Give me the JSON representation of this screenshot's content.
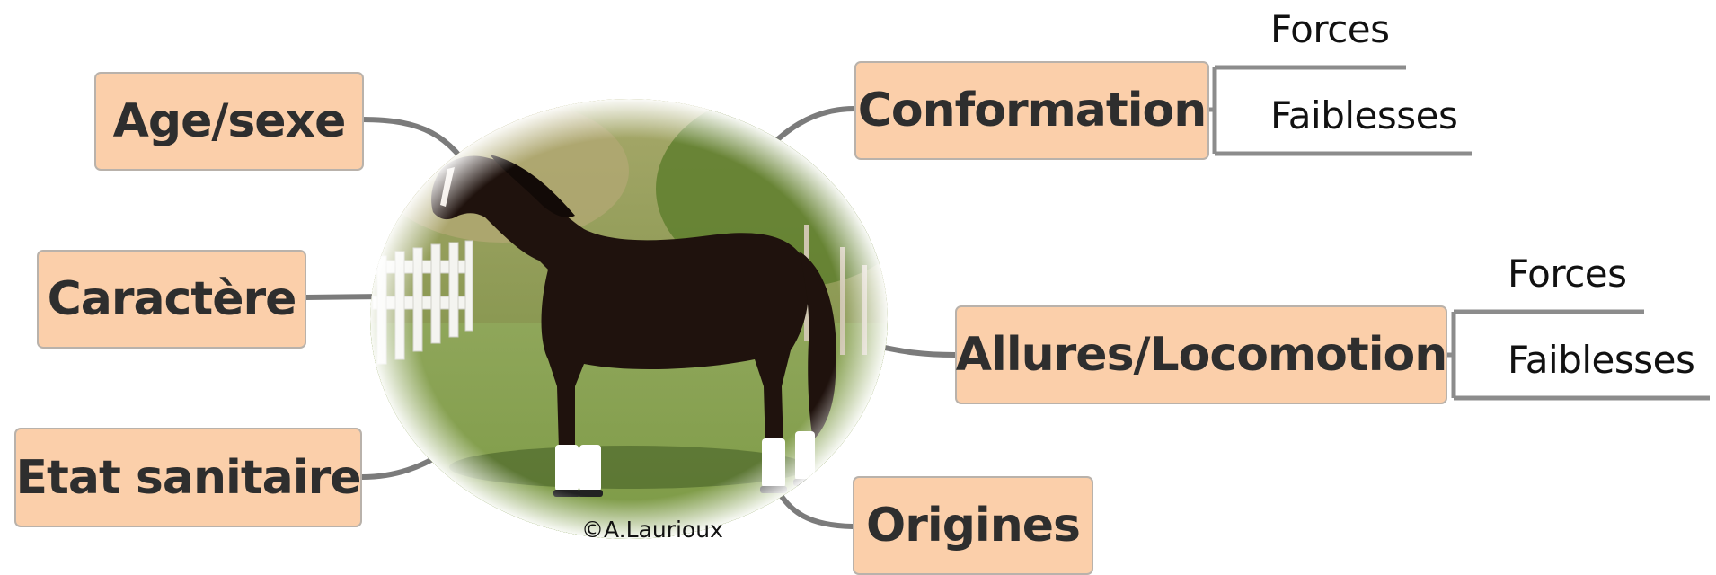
{
  "colors": {
    "node_fill": "#fbcfaa",
    "node_border": "#b9b2ab",
    "connector": "#7b7b7b"
  },
  "center": {
    "image": "horse-photo",
    "credit": "©A.Laurioux"
  },
  "left_nodes": [
    {
      "label": "Age/sexe"
    },
    {
      "label": "Caractère"
    },
    {
      "label": "Etat sanitaire"
    }
  ],
  "right_nodes": [
    {
      "label": "Conformation",
      "subtopics": [
        "Forces",
        "Faiblesses"
      ]
    },
    {
      "label": "Allures/Locomotion",
      "subtopics": [
        "Forces",
        "Faiblesses"
      ]
    },
    {
      "label": "Origines"
    }
  ]
}
